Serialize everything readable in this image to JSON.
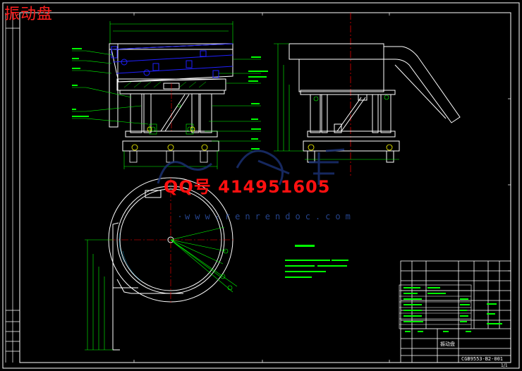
{
  "drawing": {
    "title": "振动盘",
    "watermark_contact": "QQ号 414951605",
    "watermark_url": "www.renrendoc.com",
    "sheet_number": "1/1",
    "drawing_code": "CGB9553-B2-001",
    "part_name": "振动盘"
  },
  "colors": {
    "background": "#000000",
    "frame": "#ffffff",
    "geometry": "#ffffff",
    "dimension": "#00ff00",
    "hidden": "#0000ff",
    "center": "#ff0000",
    "title_text": "#ff2020"
  }
}
